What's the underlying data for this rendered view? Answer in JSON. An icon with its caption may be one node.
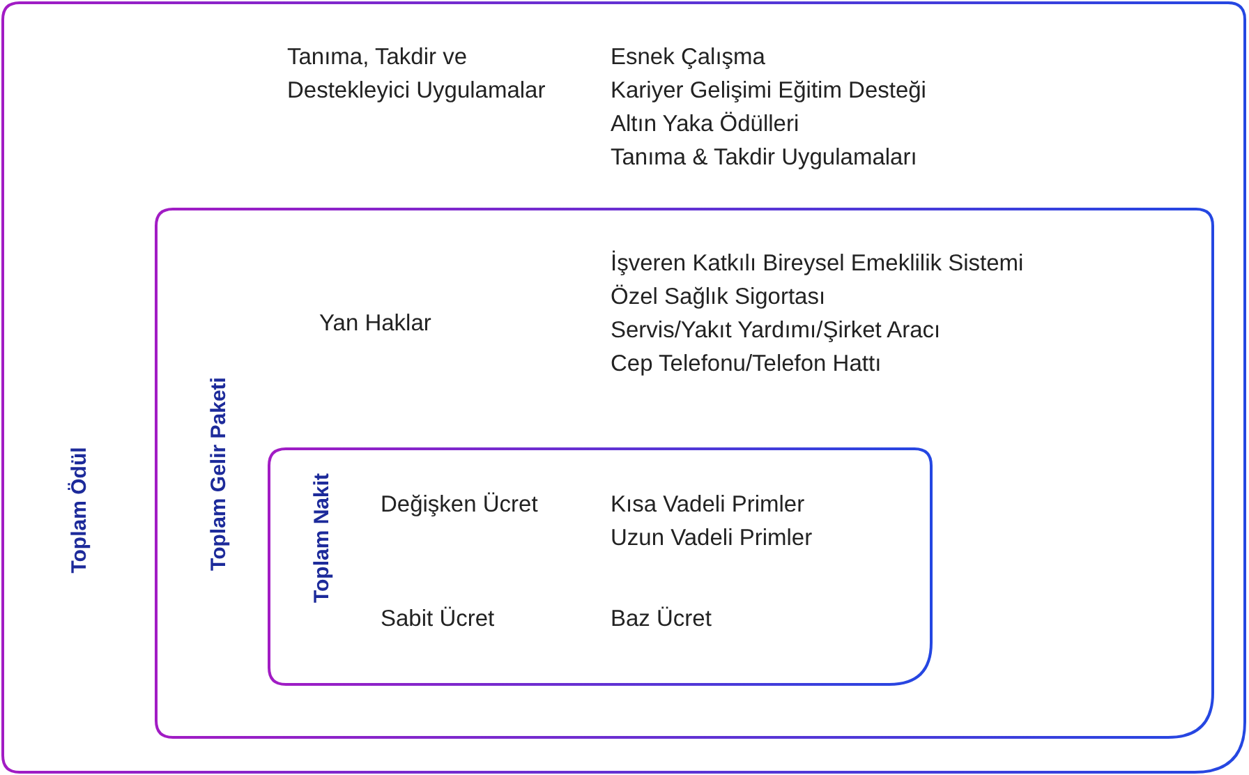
{
  "diagram": {
    "nodes": [
      {
        "text": [
          "Toplam Ödül",
          "Tanıma, Takdir ve Destekleyici Uygulamalar",
          "Esnek Çalışma",
          "Kariyer Gelişimi Eğitim Desteği",
          "Altın Yaka Ödülleri",
          "Tanıma & Takdir Uygulamaları"
        ]
      },
      {
        "text": [
          "Toplam Gelir Paketi",
          "Yan Haklar",
          "İşveren Katkılı Bireysel Emeklilik Sistemi",
          "Özel Sağlık Sigortası",
          "Servis/Yakıt Yardımı/Şirket Aracı",
          "Cep Telefonu/Telefon Hattı"
        ],
        "in": 0
      },
      {
        "text": [
          "Toplam Nakit",
          "Değişken Ücret",
          "Kısa Vadeli Primler",
          "Uzun Vadeli Primler",
          "Sabit Ücret",
          "Baz Ücret"
        ],
        "in": 1
      }
    ]
  }
}
